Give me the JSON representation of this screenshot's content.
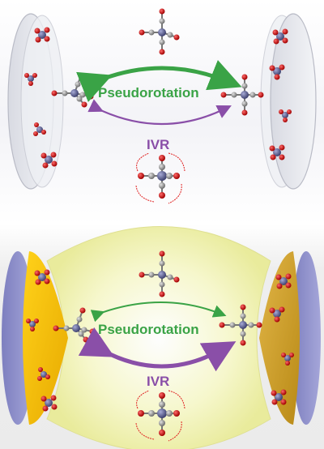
{
  "panels": [
    {
      "labels": {
        "pseudorotation": "Pseudorotation",
        "ivr": "IVR"
      },
      "colors": {
        "pseudorotation": "#3aa346",
        "ivr": "#8a4fa8",
        "disc_rim": "#c9cbd6"
      }
    },
    {
      "labels": {
        "pseudorotation": "Pseudorotation",
        "ivr": "IVR"
      },
      "colors": {
        "pseudorotation": "#3aa346",
        "ivr": "#8a4fa8",
        "disc_face": "#f2c200",
        "disc_rim": "#8f8fc6",
        "lens": "#f2f3b4"
      }
    }
  ],
  "atom_colors": {
    "metal": "#6b6f9a",
    "carbon": "#9a9a9a",
    "oxygen": "#cc1010",
    "arrow_red": "#e02020"
  }
}
